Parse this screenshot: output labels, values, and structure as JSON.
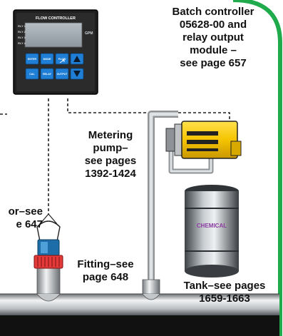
{
  "colors": {
    "border_green": "#1faa4b",
    "controller_body": "#222222",
    "screen": "#9aa4ad",
    "key_blue": "#1f7fd6",
    "pump_yellow": "#f7c800",
    "tank_gray": "#8e9499",
    "chemical_text": "#8a3aa0",
    "pipe_gray": "#c9ccce",
    "cable": "#222222"
  },
  "controller": {
    "title": "FLOW CONTROLLER",
    "unit": "GPM",
    "relay_labels": [
      "RLY 1",
      "RLY 2",
      "RLY 3",
      "RLY 4"
    ],
    "keys": [
      {
        "label": "ENTER",
        "icon": ""
      },
      {
        "label": "MODE",
        "icon": ""
      },
      {
        "label": "FLOW",
        "icon": "flow-arrow-icon"
      },
      {
        "label": "",
        "icon": "up-arrow-icon"
      },
      {
        "label": "CAL",
        "icon": ""
      },
      {
        "label": "RELAY",
        "icon": ""
      },
      {
        "label": "OUTPUT",
        "icon": ""
      },
      {
        "label": "",
        "icon": "down-arrow-icon"
      }
    ]
  },
  "tank": {
    "label": "CHEMICAL"
  },
  "callouts": {
    "controller": [
      "Batch controller",
      "05628-00 and",
      "relay output",
      "module –",
      "see page 657"
    ],
    "pump": [
      "Metering",
      "pump–",
      "see pages",
      "1392-1424"
    ],
    "sensor": [
      "or–see",
      "e 647"
    ],
    "fitting": [
      "Fitting–see",
      "page 648"
    ],
    "tank": [
      "Tank–see pages",
      "1659-1663"
    ]
  }
}
